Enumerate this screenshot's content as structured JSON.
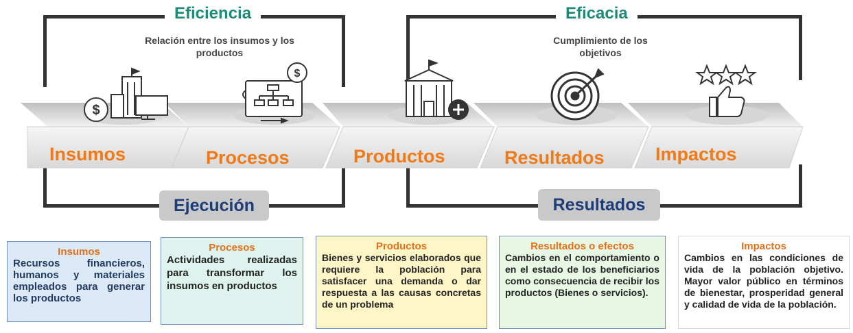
{
  "top": {
    "eficiencia": {
      "title": "Eficiencia",
      "description": "Relación entre los insumos y los productos"
    },
    "eficacia": {
      "title": "Eficacia",
      "description": "Cumplimiento de los objetivos"
    }
  },
  "steps": [
    {
      "label": "Insumos",
      "icon": "money-building-icon"
    },
    {
      "label": "Procesos",
      "icon": "flowchart-board-icon"
    },
    {
      "label": "Productos",
      "icon": "school-building-icon"
    },
    {
      "label": "Resultados",
      "icon": "target-icon"
    },
    {
      "label": "Impactos",
      "icon": "thumbs-up-stars-icon"
    }
  ],
  "bottom": {
    "ejecucion": "Ejecución",
    "resultados": "Resultados"
  },
  "boxes": [
    {
      "title": "Insumos",
      "body": "Recursos financieros, humanos y materiales empleados para generar los productos",
      "bg": "#dce9f7"
    },
    {
      "title": "Procesos",
      "body": "Actividades realizadas para transformar los insumos en productos",
      "bg": "#def3ee"
    },
    {
      "title": "Productos",
      "body": "Bienes y servicios elaborados que requiere la población para satisfacer una demanda o dar respuesta a las causas concretas de un problema",
      "bg": "#fff6c7"
    },
    {
      "title": "Resultados o efectos",
      "body": "Cambios en el comportamiento o en el estado de los beneficiarios como consecuencia de recibir los productos (Bienes o servicios).",
      "bg": "#e7f7e4"
    },
    {
      "title": "Impactos",
      "body": "Cambios en las condiciones de vida de la población objetivo. Mayor valor público en términos de bienestar, prosperidad general y calidad de vida de la población.",
      "bg": "#ffffff"
    }
  ],
  "colors": {
    "accent_orange": "#f07a17",
    "title_green": "#1f8a78",
    "pill_blue_text": "#1d3c78"
  }
}
